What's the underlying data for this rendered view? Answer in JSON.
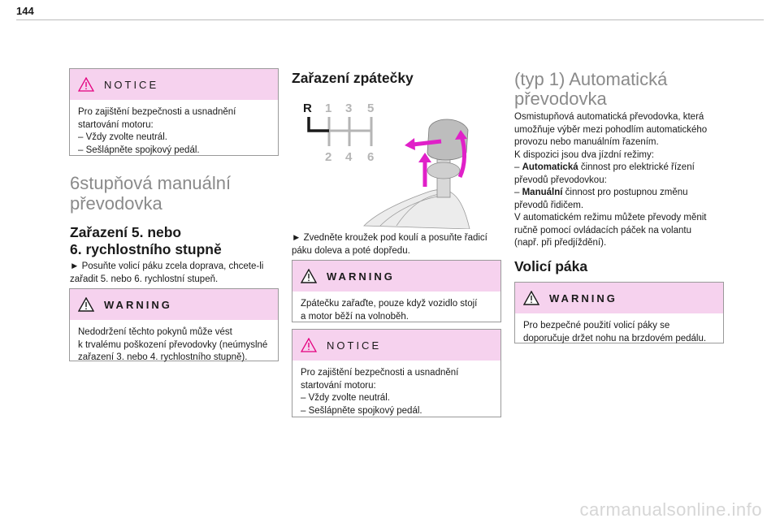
{
  "page_number": "144",
  "left": {
    "notice": {
      "title": "NOTICE",
      "body": "Pro zajištění bezpečnosti a usnadnění\nstartování motoru:\n–  Vždy zvolte neutrál.\n–  Sešlápněte spojkový pedál."
    },
    "section_title_line1": "6stupňová manuální",
    "section_title_line2": "převodovka",
    "sub_title_line1": "Zařazení 5. nebo",
    "sub_title_line2": "6. rychlostního stupně",
    "instruction": "►  Posuňte volicí páku zcela doprava, chcete-li\nzařadit 5. nebo 6. rychlostní stupeň.",
    "warning": {
      "title": "WARNING",
      "body": "Nedodržení těchto pokynů může vést\nk trvalému poškození převodovky (neúmyslné\nzařazení 3. nebo 4. rychlostního stupně)."
    }
  },
  "middle": {
    "title": "Zařazení zpátečky",
    "gear_pattern": {
      "reverse": "R",
      "top": [
        "1",
        "3",
        "5"
      ],
      "bottom": [
        "2",
        "4",
        "6"
      ]
    },
    "instruction": "►  Zvedněte kroužek pod koulí a posuňte řadicí\npáku doleva a poté dopředu.",
    "warning": {
      "title": "WARNING",
      "body": "Zpátečku zařaďte, pouze když vozidlo stojí\na motor běží na volnoběh."
    },
    "notice": {
      "title": "NOTICE",
      "body": "Pro zajištění bezpečnosti a usnadnění\nstartování motoru:\n–  Vždy zvolte neutrál.\n–  Sešlápněte spojkový pedál."
    }
  },
  "right": {
    "section_title_line1": "(typ 1) Automatická",
    "section_title_line2": "převodovka",
    "intro_lines": [
      "Osmistupňová automatická převodovka, která",
      "umožňuje výběr mezi pohodlím automatického",
      "provozu nebo manuálním řazením.",
      "K dispozici jsou dva jízdní režimy:"
    ],
    "mode_auto_prefix": "–  ",
    "mode_auto_name": "Automatická",
    "mode_auto_rest": " činnost pro elektrické řízení",
    "mode_auto_line2": "převodů převodovkou:",
    "mode_manual_prefix": "–  ",
    "mode_manual_name": "Manuální",
    "mode_manual_rest": " činnost pro postupnou změnu",
    "mode_manual_line2": "převodů řidičem.",
    "outro_lines": [
      "V automatickém režimu můžete převody měnit",
      "ručně pomocí ovládacích páček na volantu",
      "(např. při předjíždění)."
    ],
    "sub_title": "Volicí páka",
    "warning": {
      "title": "WARNING",
      "body": "Pro bezpečné použití volicí páky se\ndoporučuje držet nohu na brzdovém pedálu."
    }
  },
  "watermark": "carmanualsonline.info",
  "colors": {
    "box_header": "#f6d2ee",
    "heading_grey": "#8a8a8a",
    "arrow_magenta": "#e020c8",
    "warning_triangle": "#e4007e"
  }
}
